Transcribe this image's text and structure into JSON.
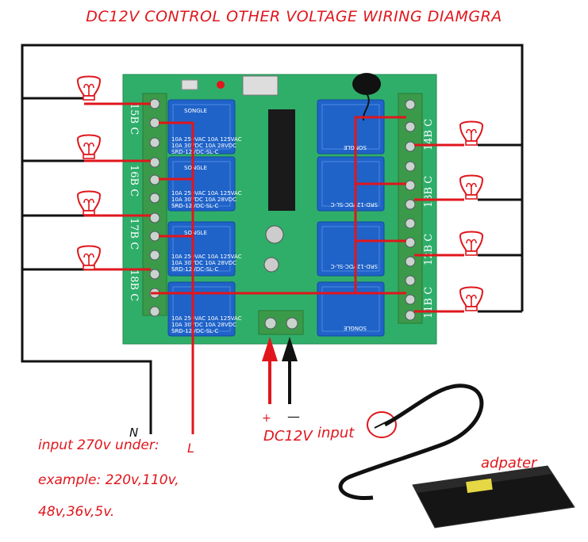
{
  "title": "DC12V CONTROL OTHER VOLTAGE WIRING DIAMGRA",
  "labels": {
    "n": "N",
    "l": "L",
    "plus": "+",
    "minus": "—",
    "dc12v": "DC12V",
    "input": "input",
    "adapter": "adpater"
  },
  "notes": [
    "input 270v under:",
    "example: 220v,110v,",
    "48v,36v,5v."
  ],
  "board": {
    "left_channels": [
      "15B C",
      "16B C",
      "17B C",
      "18B C"
    ],
    "right_channels": [
      "14B C",
      "13B C",
      "12B C",
      "11B C"
    ],
    "relay_brand": "SONGLE",
    "relay_model": "SRD-12VDC-SL-C",
    "relay_rating_1": "10A 250VAC  10A 125VAC",
    "relay_rating_2": "10A 30VDC   10A 28VDC"
  },
  "colors": {
    "wire_live": "#e0161c",
    "wire_neutral": "#111111",
    "pcb": "#2fae6a",
    "relay": "#1f63c9",
    "terminal": "#3b9a49"
  },
  "icons": {
    "lamp": "lamp-icon",
    "antenna": "antenna-icon",
    "adapter": "power-adapter-icon"
  }
}
